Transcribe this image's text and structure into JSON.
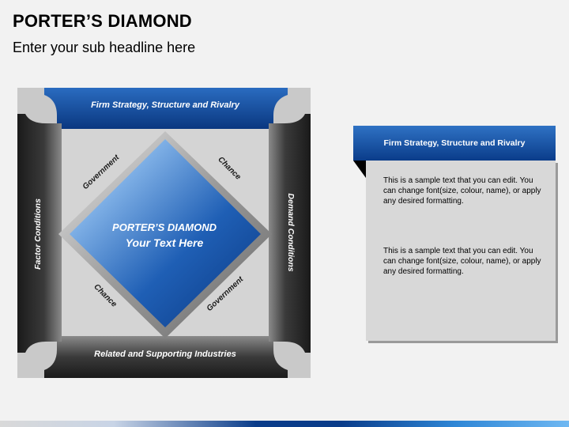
{
  "slide": {
    "title": "PORTER’S DIAMOND",
    "subtitle": "Enter your sub headline here"
  },
  "diagram": {
    "top_label": "Firm Strategy, Structure and Rivalry",
    "bottom_label": "Related and Supporting Industries",
    "left_label": "Factor Conditions",
    "right_label": "Demand Conditions",
    "center_title": "PORTER’S DIAMOND",
    "center_subtitle": "Your Text Here",
    "edge_top_left": "Government",
    "edge_top_right": "Chance",
    "edge_bottom_left": "Chance",
    "edge_bottom_right": "Government"
  },
  "panel": {
    "header": "Firm Strategy, Structure and Rivalry",
    "paragraph_1": "This is a sample text that you can edit. You can change font(size, colour, name), or apply any desired formatting.",
    "paragraph_2": "This is a sample text that you can edit. You can change font(size, colour, name), or apply any desired formatting."
  },
  "colors": {
    "blue_dark": "#0a3c8a",
    "blue_light": "#3a7fd0",
    "gray_dark": "#2b2b2b",
    "gray_frame": "#c9c9c9",
    "panel_bg": "#d8d8d8"
  }
}
